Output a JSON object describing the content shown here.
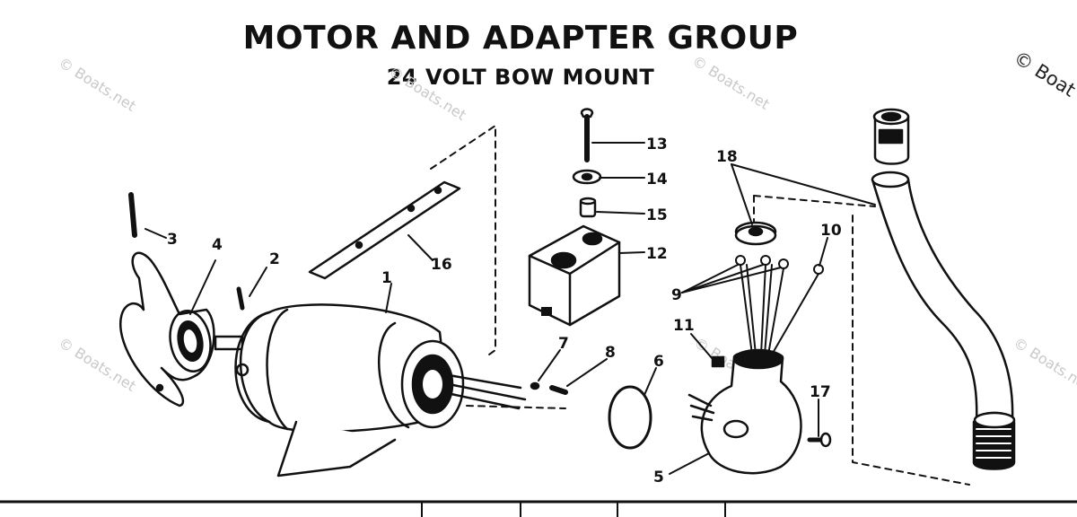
{
  "title": "MOTOR AND ADAPTER GROUP",
  "subtitle": "24 VOLT BOW MOUNT",
  "watermark": "© Boats.net",
  "watermark_corner": "© Boat",
  "callouts": {
    "c1": "1",
    "c2": "2",
    "c3": "3",
    "c4": "4",
    "c5": "5",
    "c6": "6",
    "c7": "7",
    "c8": "8",
    "c9": "9",
    "c10": "10",
    "c11": "11",
    "c12": "12",
    "c13": "13",
    "c14": "14",
    "c15": "15",
    "c16": "16",
    "c17": "17",
    "c18": "18"
  }
}
